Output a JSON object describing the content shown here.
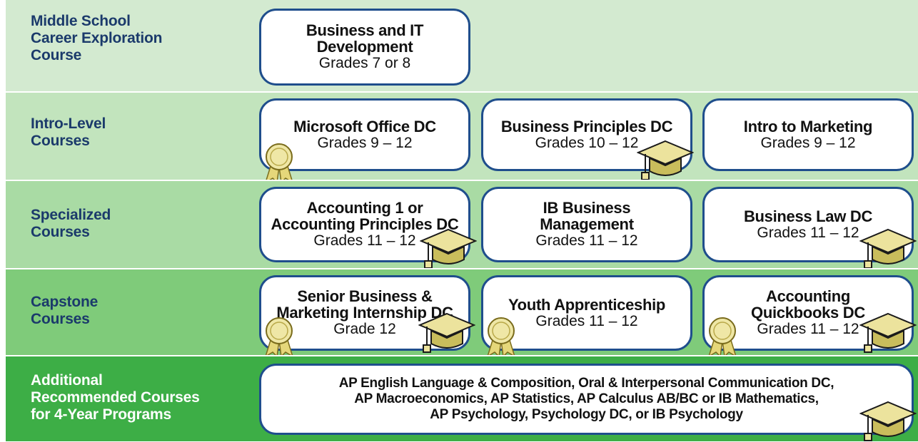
{
  "rows": [
    {
      "label": [
        "Middle School",
        "Career Exploration",
        "Course"
      ],
      "color": "#d3ead0",
      "cards": [
        {
          "title": [
            "Business and IT",
            "Development"
          ],
          "grades": "Grades 7 or 8",
          "icons": []
        }
      ]
    },
    {
      "label": [
        "Intro-Level",
        "Courses"
      ],
      "color": "#c2e4bd",
      "cards": [
        {
          "title": [
            "Microsoft Office DC"
          ],
          "grades": "Grades 9 – 12",
          "icons": [
            "ribbon-icon"
          ]
        },
        {
          "title": [
            "Business Principles DC"
          ],
          "grades": "Grades 10 – 12",
          "icons": [
            "graduation-cap-icon"
          ]
        },
        {
          "title": [
            "Intro to Marketing"
          ],
          "grades": "Grades 9 – 12",
          "icons": []
        }
      ]
    },
    {
      "label": [
        "Specialized",
        "Courses"
      ],
      "color": "#a9dba4",
      "cards": [
        {
          "title": [
            "Accounting 1 or",
            "Accounting Principles DC"
          ],
          "grades": "Grades 11 – 12",
          "icons": [
            "graduation-cap-icon"
          ]
        },
        {
          "title": [
            "IB Business",
            "Management"
          ],
          "grades": "Grades 11 – 12",
          "icons": []
        },
        {
          "title": [
            "Business Law DC"
          ],
          "grades": "Grades 11 – 12",
          "icons": [
            "graduation-cap-icon"
          ]
        }
      ]
    },
    {
      "label": [
        "Capstone",
        "Courses"
      ],
      "color": "#7fcb7a",
      "cards": [
        {
          "title": [
            "Senior Business &",
            "Marketing Internship DC"
          ],
          "grades": "Grade 12",
          "icons": [
            "ribbon-icon",
            "graduation-cap-icon"
          ]
        },
        {
          "title": [
            "Youth Apprenticeship"
          ],
          "grades": "Grades 11 – 12",
          "icons": [
            "ribbon-icon"
          ]
        },
        {
          "title": [
            "Accounting",
            "Quickbooks DC"
          ],
          "grades": "Grades 11 – 12",
          "icons": [
            "ribbon-icon",
            "graduation-cap-icon"
          ]
        }
      ]
    },
    {
      "label": [
        "Additional",
        "Recommended Courses",
        "for 4-Year Programs"
      ],
      "color": "#3dae46",
      "cards": [
        {
          "title": [
            "AP English Language & Composition, Oral & Interpersonal Communication DC,",
            "AP Macroeconomics, AP Statistics, AP Calculus AB/BC or IB Mathematics,",
            "AP Psychology, Psychology DC, or IB Psychology"
          ],
          "grades": "",
          "icons": [
            "graduation-cap-icon"
          ]
        }
      ]
    }
  ]
}
